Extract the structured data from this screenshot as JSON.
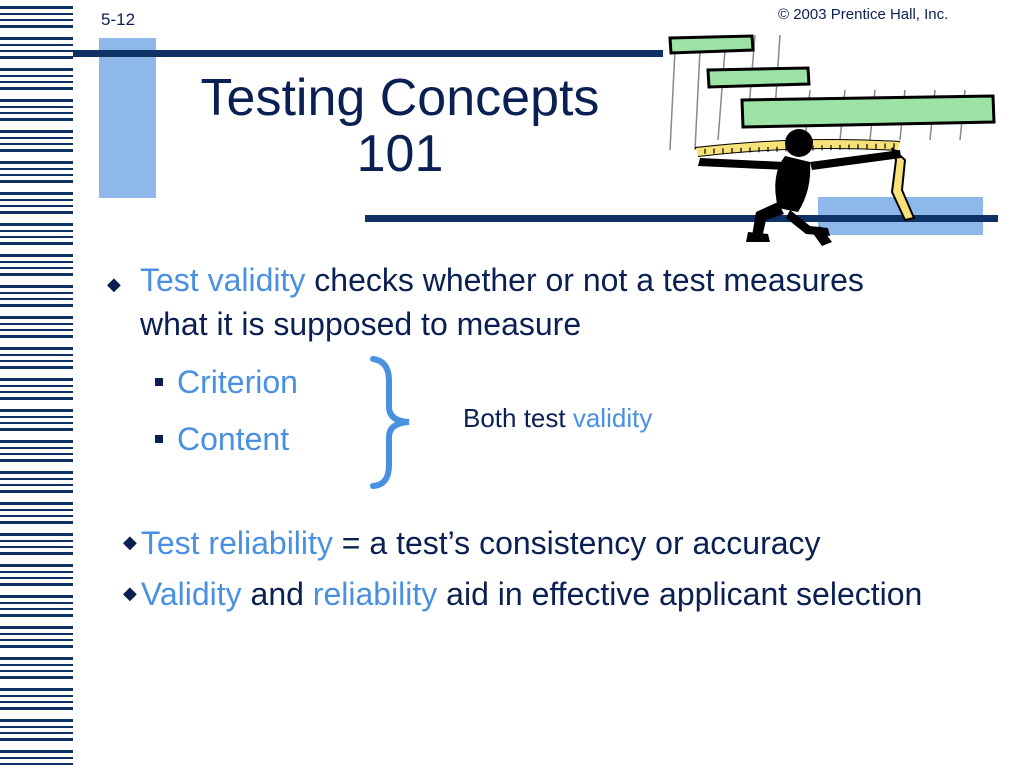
{
  "slide": {
    "number": "5-12",
    "copyright": "© 2003 Prentice Hall, Inc.",
    "title_line1": "Testing Concepts",
    "title_line2": "101"
  },
  "bullets": {
    "b1": {
      "highlight": "Test validity",
      "rest": " checks whether or not a test measures what it is supposed to measure"
    },
    "sub": [
      "Criterion",
      "Content"
    ],
    "both": {
      "plain": "Both test ",
      "highlight": "validity"
    },
    "b2": {
      "highlight": "Test reliability",
      "rest": " = a test’s consistency or accuracy"
    },
    "b3": {
      "hl1": "Validity",
      "mid": " and ",
      "hl2": "reliability",
      "rest": " aid in effective applicant selection"
    }
  },
  "colors": {
    "text": "#0b2052",
    "accent": "#4a90e2",
    "bar_light": "#8fb8ea",
    "bar_dark": "#0e3166",
    "clipart_green": "#9ee3a6",
    "tape_yellow": "#f7e27a"
  },
  "icons": [
    "diamond-bullet-icon",
    "square-bullet-icon",
    "brace-icon",
    "measuring-person-clipart"
  ]
}
